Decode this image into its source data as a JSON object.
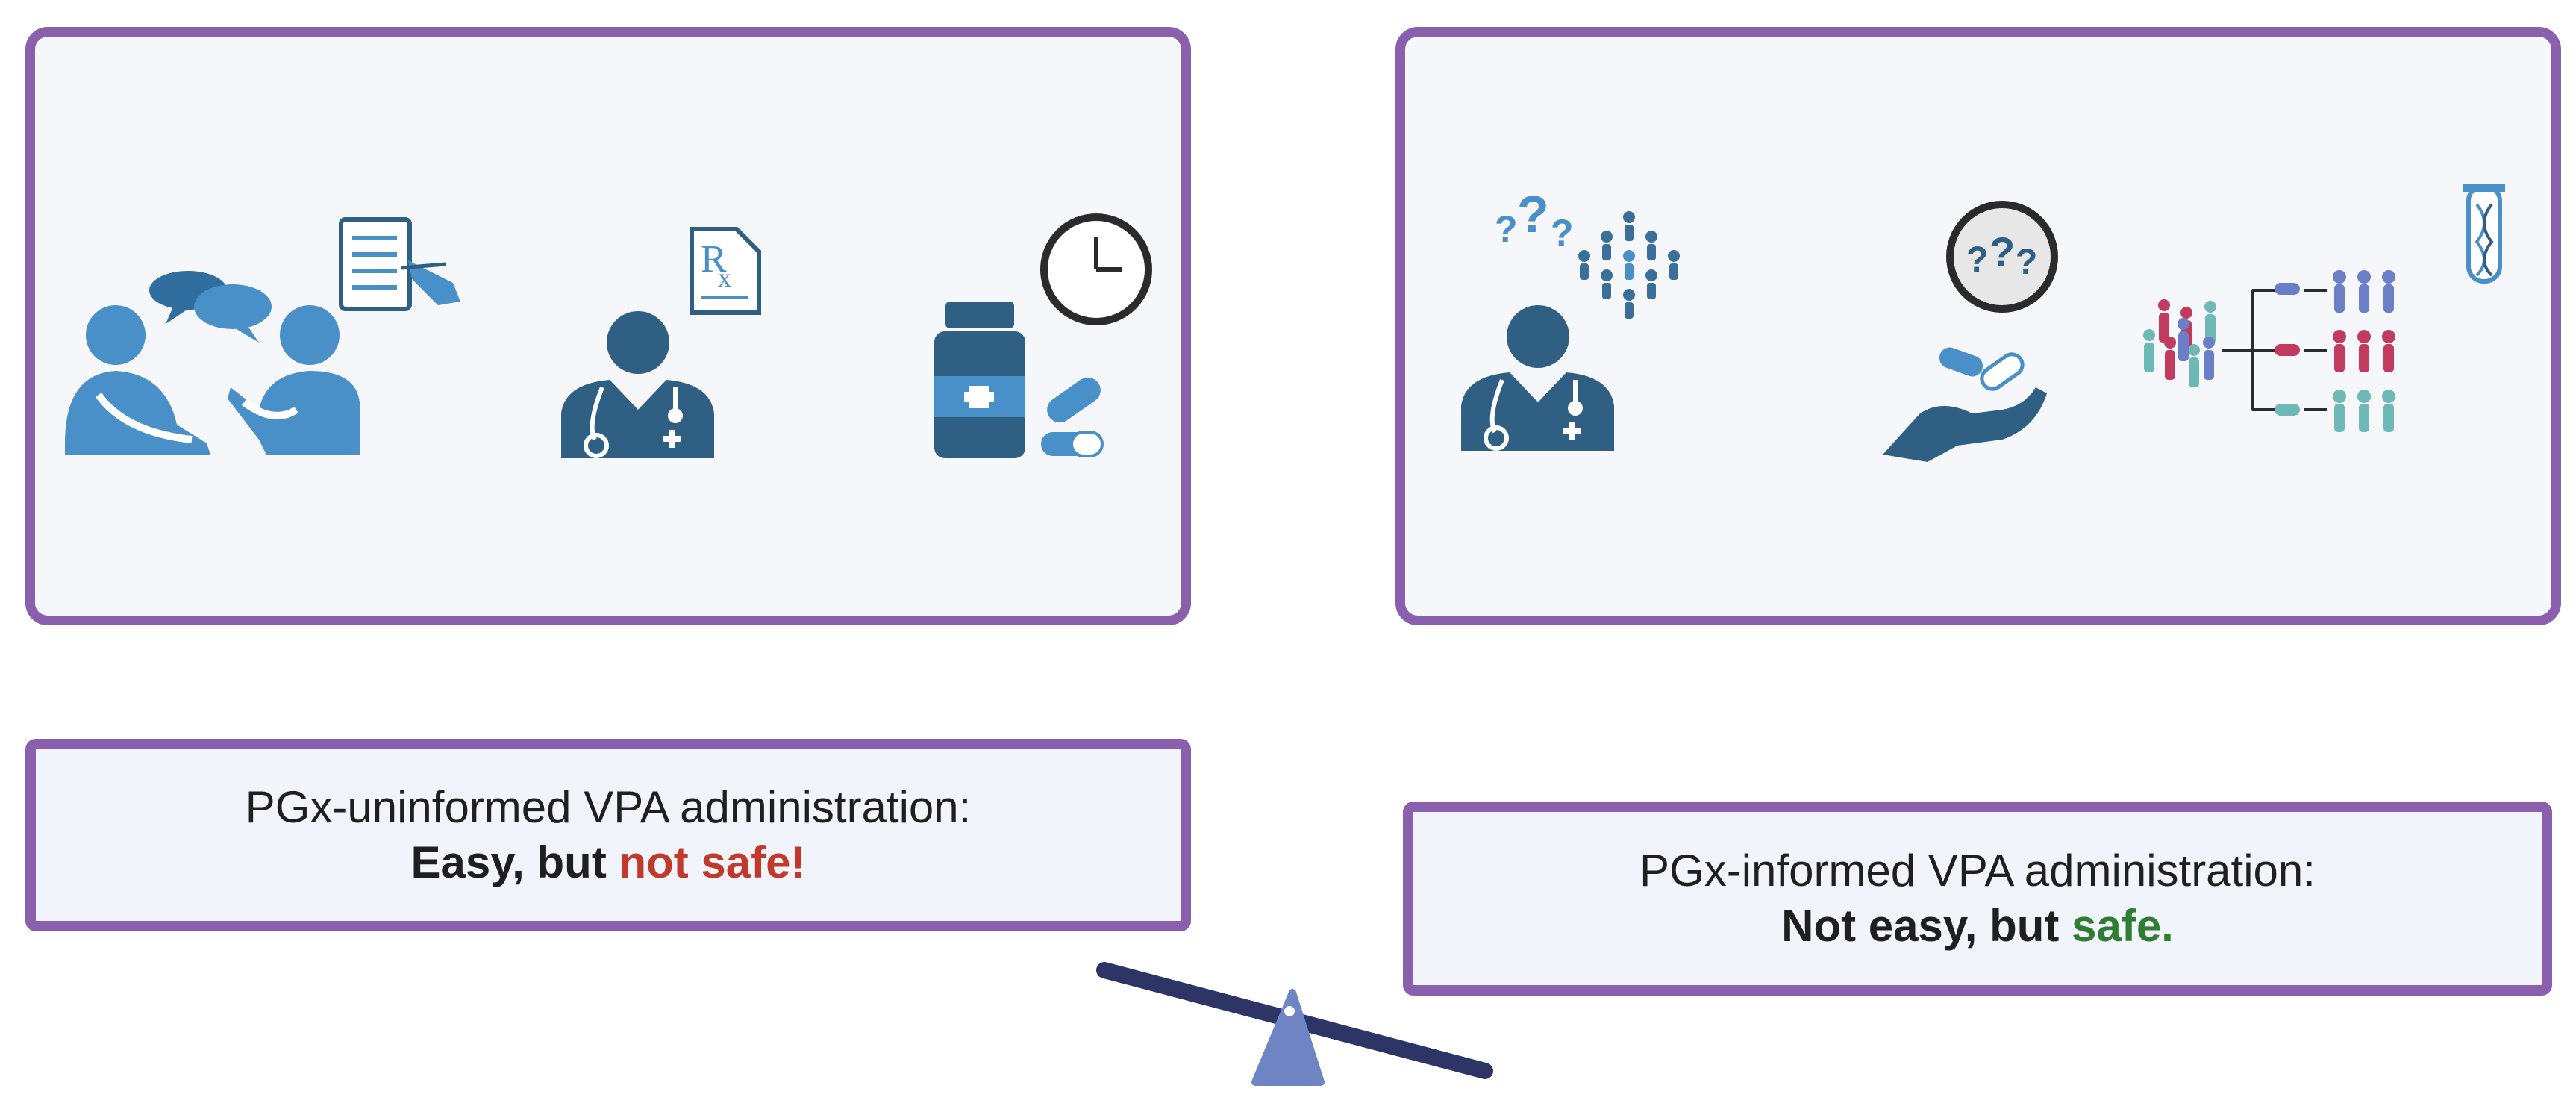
{
  "left_caption": {
    "line1": "PGx-uninformed VPA administration:",
    "line2_a": "Easy, but ",
    "line2_b": "not safe!"
  },
  "right_caption": {
    "line1": "PGx-informed VPA administration:",
    "line2_a": "Not easy, but ",
    "line2_b": "safe."
  },
  "icons": {
    "left": [
      "consultation-icon",
      "checklist-icon",
      "doctor-icon",
      "prescription-icon",
      "medicine-bottle-icon",
      "capsule-icon",
      "clock-icon"
    ],
    "right": [
      "question-marks-icon",
      "population-icon",
      "doctor-icon",
      "clock-question-icon",
      "hand-pills-icon",
      "stratified-population-icon",
      "dna-test-tube-icon"
    ]
  },
  "colors": {
    "frame": "#8a5fae",
    "not_safe": "#c0392b",
    "safe": "#2e7d32",
    "icon_blue": "#4a90c8",
    "icon_navy": "#2f5f82",
    "seesaw": "#2c3566",
    "fulcrum": "#6f84c4"
  }
}
